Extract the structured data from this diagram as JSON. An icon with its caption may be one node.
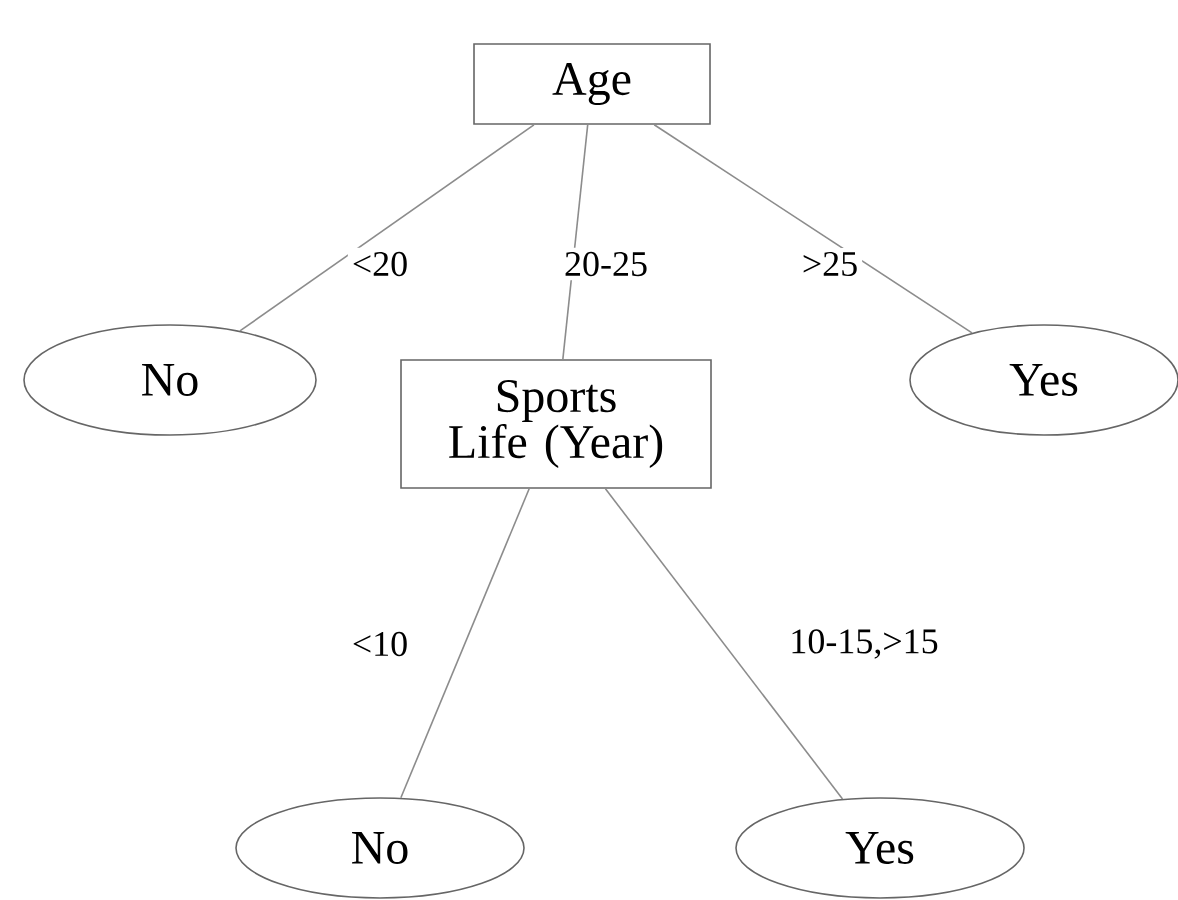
{
  "diagram": {
    "nodes": [
      {
        "text": [
          "Age"
        ]
      },
      {
        "text": [
          "No"
        ]
      },
      {
        "text": [
          "Sports Life (Year)"
        ]
      },
      {
        "text": [
          "Yes"
        ]
      },
      {
        "text": [
          "No"
        ]
      },
      {
        "text": [
          "Yes"
        ]
      }
    ],
    "edges": [
      {
        "from": 0,
        "to": 1,
        "arrow": "none",
        "label": "<20"
      },
      {
        "from": 0,
        "to": 2,
        "arrow": "none",
        "label": "20-25"
      },
      {
        "from": 0,
        "to": 3,
        "arrow": "none",
        "label": ">25"
      },
      {
        "from": 2,
        "to": 4,
        "arrow": "none",
        "label": "<10"
      },
      {
        "from": 2,
        "to": 5,
        "arrow": "none",
        "label": "10-15,>15"
      }
    ]
  }
}
